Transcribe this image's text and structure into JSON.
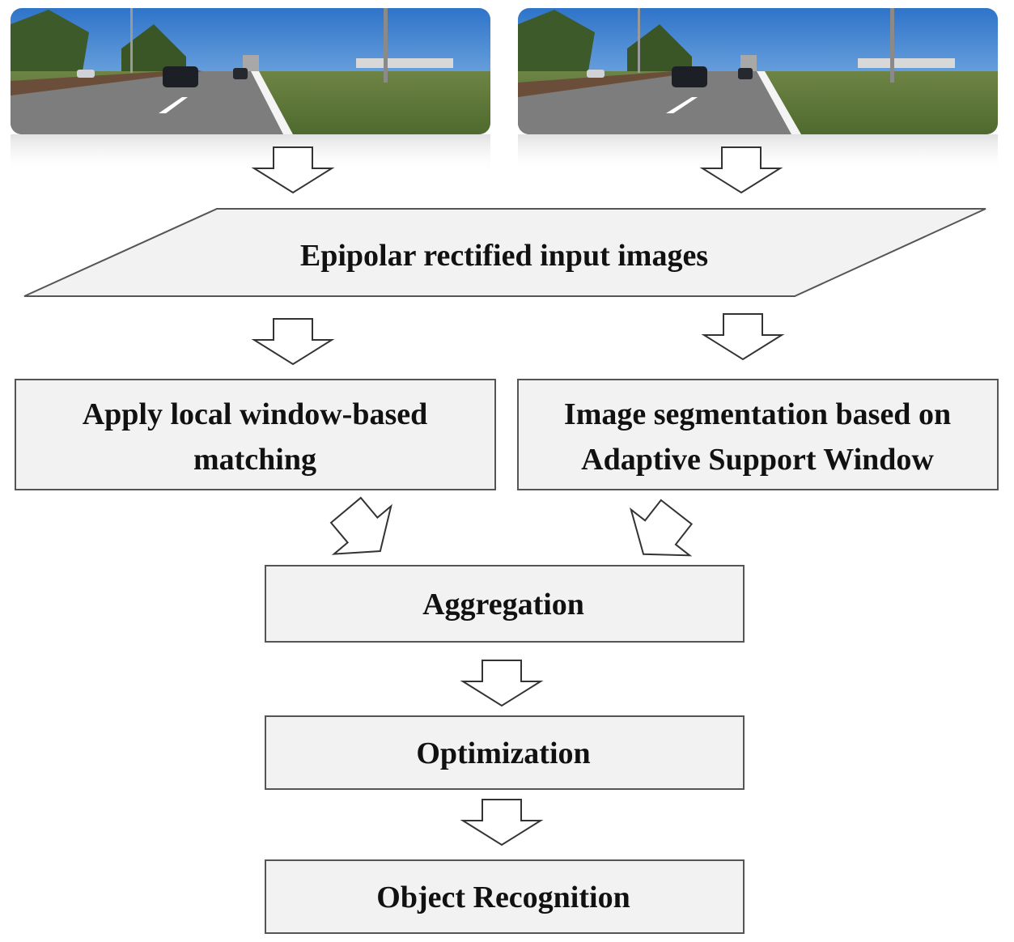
{
  "input_images": {
    "left": {
      "description": "road-scene-photo"
    },
    "right": {
      "description": "road-scene-photo"
    }
  },
  "nodes": {
    "input": {
      "label": "Epipolar  rectified input  images"
    },
    "matching": {
      "lines": [
        "Apply  local window-based",
        "matching"
      ]
    },
    "segmentation": {
      "lines": [
        "Image segmentation based on",
        "Adaptive Support  Window"
      ]
    },
    "aggregation": {
      "label": "Aggregation"
    },
    "optimization": {
      "label": "Optimization"
    },
    "recognition": {
      "label": "Object Recognition"
    }
  },
  "colors": {
    "box_fill": "#f2f2f2",
    "box_stroke": "#555555",
    "arrow_fill": "#ffffff",
    "arrow_stroke": "#333333",
    "sky": "#4a8fd6",
    "grass": "#5f7a3a",
    "road": "#7d7d7d"
  }
}
